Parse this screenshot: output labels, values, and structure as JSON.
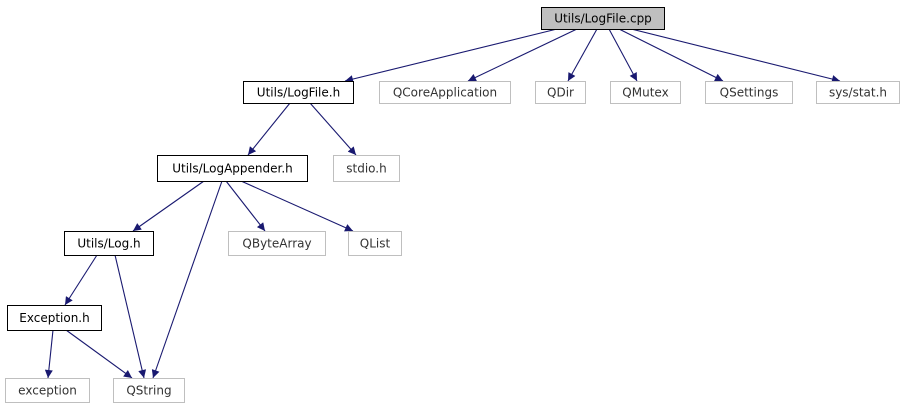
{
  "graph": {
    "colors": {
      "edge": "#191970",
      "root_fill": "#bfbfbf",
      "doc_border": "#000000",
      "ext_border": "#bfbfbf"
    },
    "nodes": [
      {
        "id": "logfile_cpp",
        "label": "Utils/LogFile.cpp",
        "kind": "root"
      },
      {
        "id": "logfile_h",
        "label": "Utils/LogFile.h",
        "kind": "doc"
      },
      {
        "id": "qcoreapp",
        "label": "QCoreApplication",
        "kind": "ext"
      },
      {
        "id": "qdir",
        "label": "QDir",
        "kind": "ext"
      },
      {
        "id": "qmutex",
        "label": "QMutex",
        "kind": "ext"
      },
      {
        "id": "qsettings",
        "label": "QSettings",
        "kind": "ext"
      },
      {
        "id": "sysstat",
        "label": "sys/stat.h",
        "kind": "ext"
      },
      {
        "id": "logappender_h",
        "label": "Utils/LogAppender.h",
        "kind": "doc"
      },
      {
        "id": "stdio",
        "label": "stdio.h",
        "kind": "ext"
      },
      {
        "id": "log_h",
        "label": "Utils/Log.h",
        "kind": "doc"
      },
      {
        "id": "qbytearray",
        "label": "QByteArray",
        "kind": "ext"
      },
      {
        "id": "qlist",
        "label": "QList",
        "kind": "ext"
      },
      {
        "id": "exception_h",
        "label": "Exception.h",
        "kind": "doc"
      },
      {
        "id": "exception",
        "label": "exception",
        "kind": "ext"
      },
      {
        "id": "qstring",
        "label": "QString",
        "kind": "ext"
      }
    ],
    "edges": [
      {
        "from": "logfile_cpp",
        "to": "logfile_h"
      },
      {
        "from": "logfile_cpp",
        "to": "qcoreapp"
      },
      {
        "from": "logfile_cpp",
        "to": "qdir"
      },
      {
        "from": "logfile_cpp",
        "to": "qmutex"
      },
      {
        "from": "logfile_cpp",
        "to": "qsettings"
      },
      {
        "from": "logfile_cpp",
        "to": "sysstat"
      },
      {
        "from": "logfile_h",
        "to": "logappender_h"
      },
      {
        "from": "logfile_h",
        "to": "stdio"
      },
      {
        "from": "logappender_h",
        "to": "log_h"
      },
      {
        "from": "logappender_h",
        "to": "qbytearray"
      },
      {
        "from": "logappender_h",
        "to": "qlist"
      },
      {
        "from": "logappender_h",
        "to": "qstring"
      },
      {
        "from": "log_h",
        "to": "exception_h"
      },
      {
        "from": "log_h",
        "to": "qstring"
      },
      {
        "from": "exception_h",
        "to": "exception"
      },
      {
        "from": "exception_h",
        "to": "qstring"
      }
    ]
  }
}
